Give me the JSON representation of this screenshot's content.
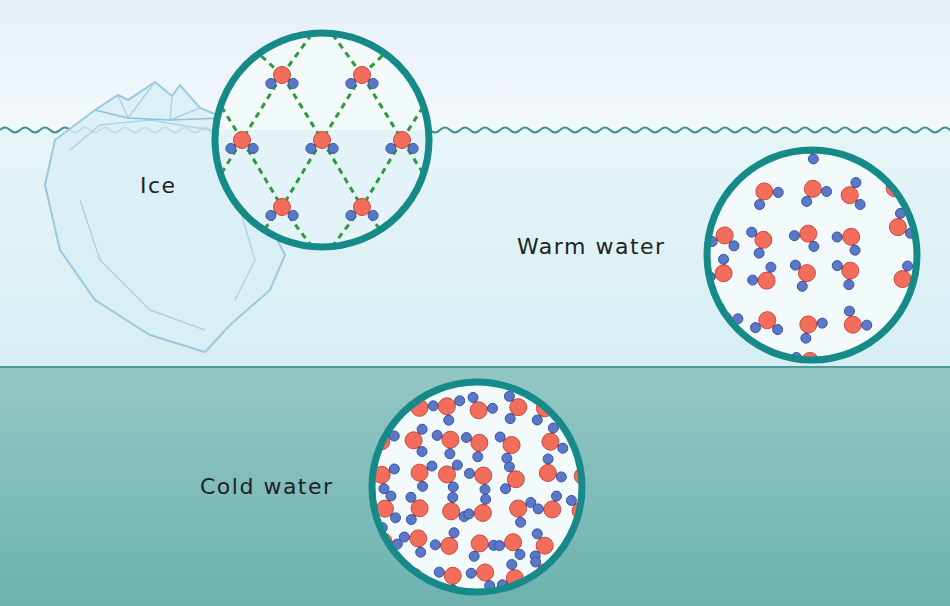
{
  "diagram": {
    "labels": [
      "Ice",
      "Warm water",
      "Cold water"
    ]
  }
}
